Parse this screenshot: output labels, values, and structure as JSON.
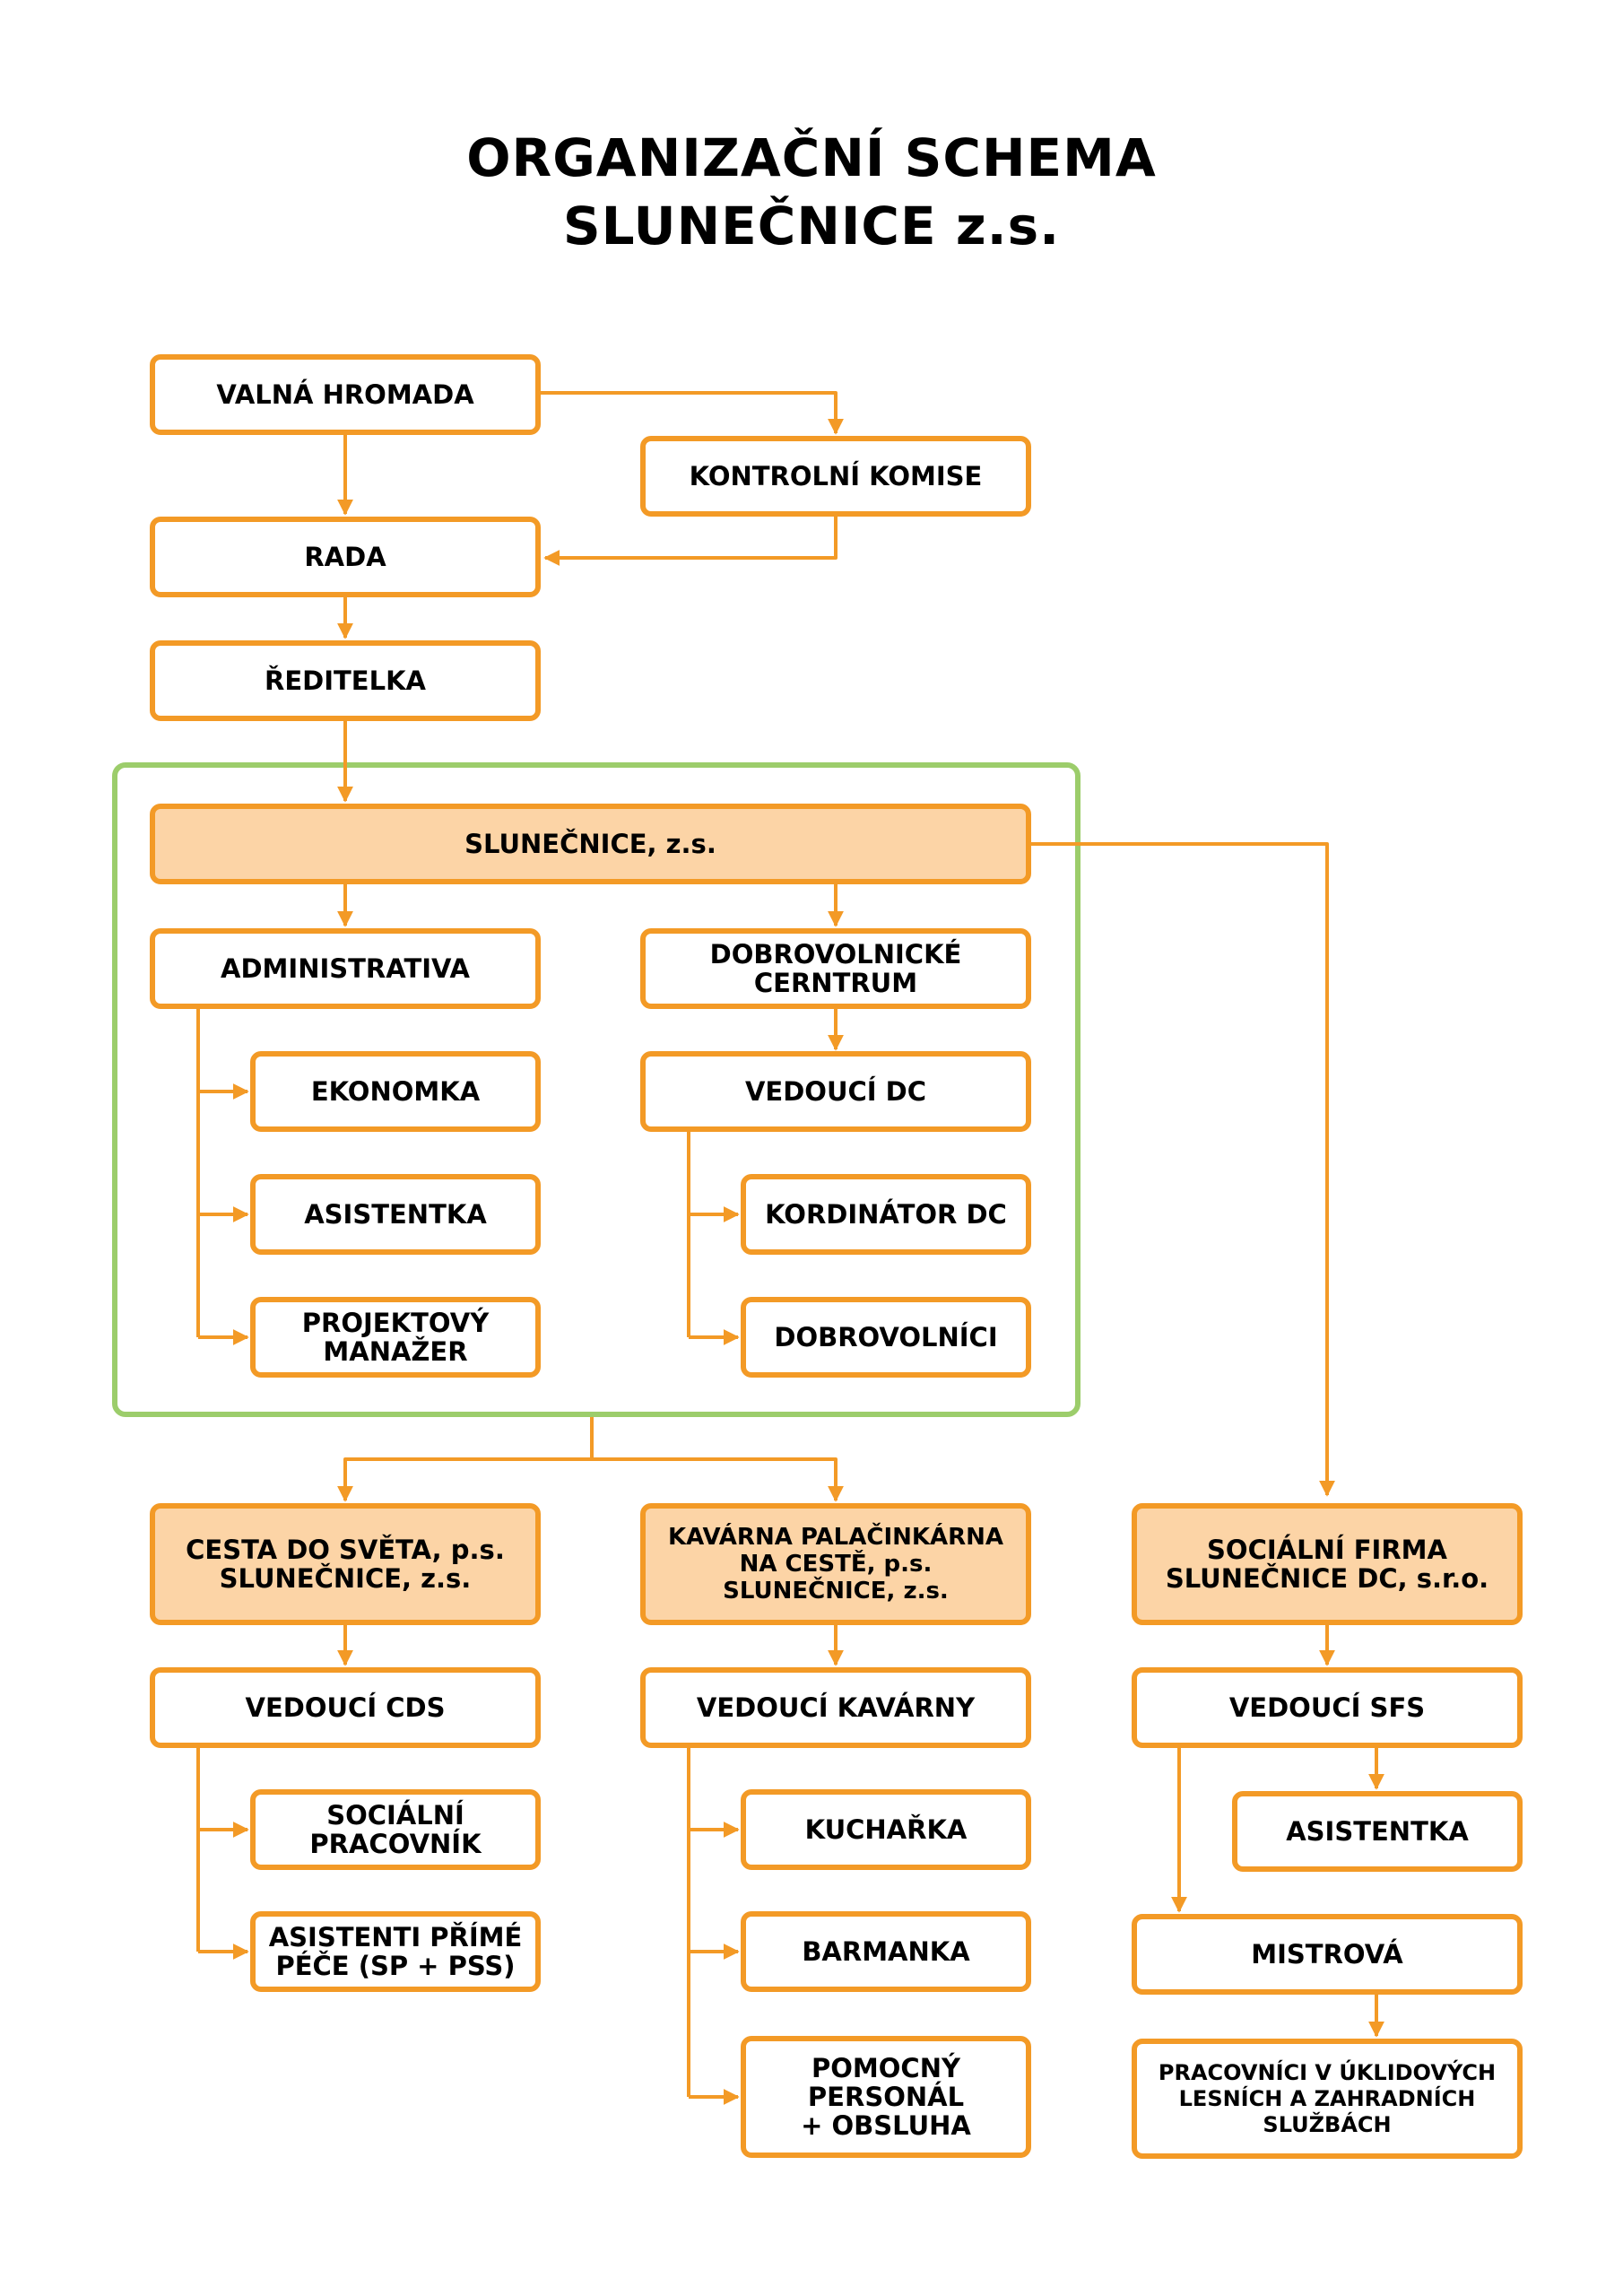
{
  "title": {
    "line1": "ORGANIZAČNÍ SCHEMA",
    "line2": "SLUNEČNICE z.s."
  },
  "colors": {
    "box_border": "#f39a26",
    "connector": "#f39a26",
    "group_border": "#9ccd6b",
    "highlight_fill": "#fcd4a6"
  },
  "nodes": {
    "valna_hromada": "VALNÁ HROMADA",
    "kontrolni_komise": "KONTROLNÍ KOMISE",
    "rada": "RADA",
    "reditelka": "ŘEDITELKA",
    "slunecnice": "SLUNEČNICE, z.s.",
    "administrativa": "ADMINISTRATIVA",
    "dobrovolnicke_centrum": "DOBROVOLNICKÉ\nCERNTRUM",
    "ekonomka": "EKONOMKA",
    "asistentka_admin": "ASISTENTKA",
    "projektovy_manazer": "PROJEKTOVÝ\nMANAŽER",
    "vedouci_dc": "VEDOUCÍ DC",
    "kordinator_dc": "KORDINÁTOR DC",
    "dobrovolnici": "DOBROVOLNÍCI",
    "cesta_do_sveta": "CESTA DO SVĚTA, p.s.\nSLUNEČNICE, z.s.",
    "kavarna": "KAVÁRNA PALAČINKÁRNA\nNA CESTĚ, p.s.\nSLUNEČNICE, z.s.",
    "socialni_firma": "SOCIÁLNÍ FIRMA\nSLUNEČNICE DC, s.r.o.",
    "vedouci_cds": "VEDOUCÍ CDS",
    "vedouci_kavarny": "VEDOUCÍ KAVÁRNY",
    "vedouci_sfs": "VEDOUCÍ SFS",
    "socialni_pracovnik": "SOCIÁLNÍ\nPRACOVNÍK",
    "asistenti_prime_pece": "ASISTENTI PŘÍMÉ\nPÉČE (SP + PSS)",
    "kucharka": "KUCHAŘKA",
    "barmanka": "BARMANKA",
    "pomocny_personal": "POMOCNÝ\nPERSONÁL\n+ OBSLUHA",
    "asistentka_sfs": "ASISTENTKA",
    "mistrova": "MISTROVÁ",
    "pracovnici": "PRACOVNÍCI V ÚKLIDOVÝCH\nLESNÍCH A ZAHRADNÍCH\nSLUŽBÁCH"
  }
}
